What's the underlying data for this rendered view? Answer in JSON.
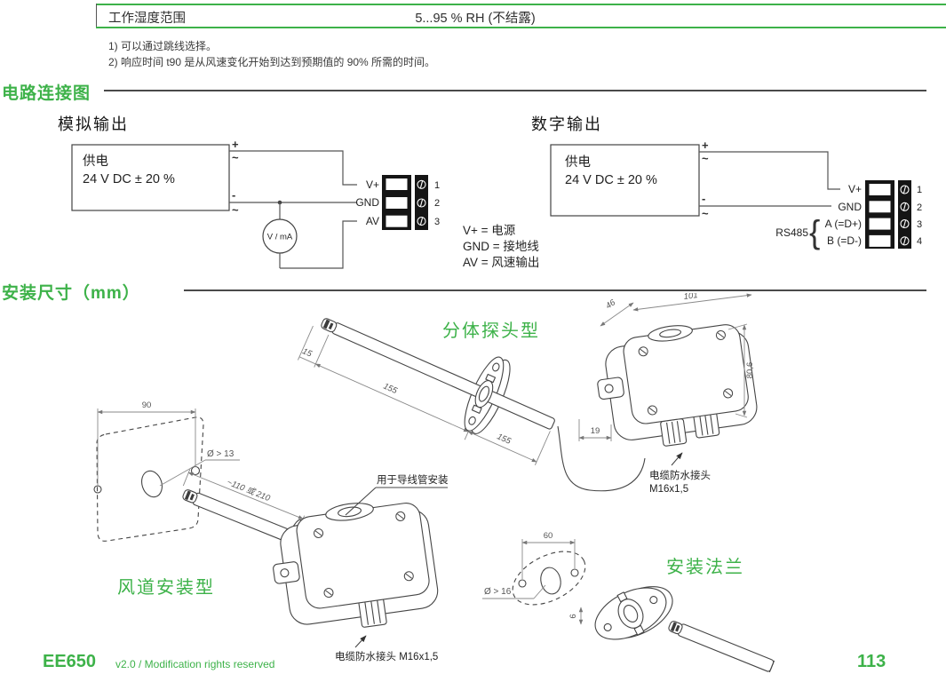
{
  "spec_row": {
    "label": "工作湿度范围",
    "value": "5...95 % RH (不结露)"
  },
  "footnotes": {
    "note1": "1) 可以通过跳线选择。",
    "note2": "2) 响应时间 t90 是从风速变化开始到达到预期值的 90% 所需的时间。"
  },
  "sections": {
    "circuit": "电路连接图",
    "mounting": "安装尺寸（mm）"
  },
  "circuit": {
    "analog": {
      "title": "模拟输出",
      "supply1": "供电",
      "supply2": "24 V DC ± 20 %",
      "plus": "+",
      "minus": "-",
      "tilde": "~",
      "meter": "V / mA",
      "terminals": [
        {
          "label": "V+",
          "num": "1"
        },
        {
          "label": "GND",
          "num": "2"
        },
        {
          "label": "AV",
          "num": "3"
        }
      ]
    },
    "digital": {
      "title": "数字输出",
      "supply1": "供电",
      "supply2": "24 V DC ± 20 %",
      "plus": "+",
      "minus": "-",
      "tilde": "~",
      "rs485": "RS485",
      "brace": "{",
      "terminals": [
        {
          "label": "V+",
          "num": "1"
        },
        {
          "label": "GND",
          "num": "2"
        },
        {
          "label": "A (=D+)",
          "num": "3"
        },
        {
          "label": "B (=D-)",
          "num": "4"
        }
      ]
    },
    "legend": {
      "l1": "V+ = 电源",
      "l2": "GND = 接地线",
      "l3": "AV = 风速输出"
    }
  },
  "mounting": {
    "labels": {
      "remote": "分体探头型",
      "duct": "风道安装型",
      "flange": "安装法兰",
      "conduit": "用于导线管安装",
      "gland_remote_1": "电缆防水接头",
      "gland_remote_2": "M16x1,5",
      "gland_duct": "电缆防水接头 M16x1,5"
    },
    "dims": {
      "tip": "15",
      "len1": "155",
      "len2": "155",
      "enc_depth": "46",
      "enc_width": "101",
      "enc_height": "80,6",
      "enc_offset": "19",
      "hole_span": "90",
      "hole_dia": "Ø > 13",
      "probe_len": "~110 或 210",
      "flange_span": "60",
      "flange_dia": "Ø > 16",
      "flange_thk": "6"
    }
  },
  "footer": {
    "model": "EE650",
    "version": "v2.0 / Modification rights reserved",
    "page": "113"
  },
  "colors": {
    "green": "#3DB249",
    "line_dark": "#4a4a4a"
  }
}
